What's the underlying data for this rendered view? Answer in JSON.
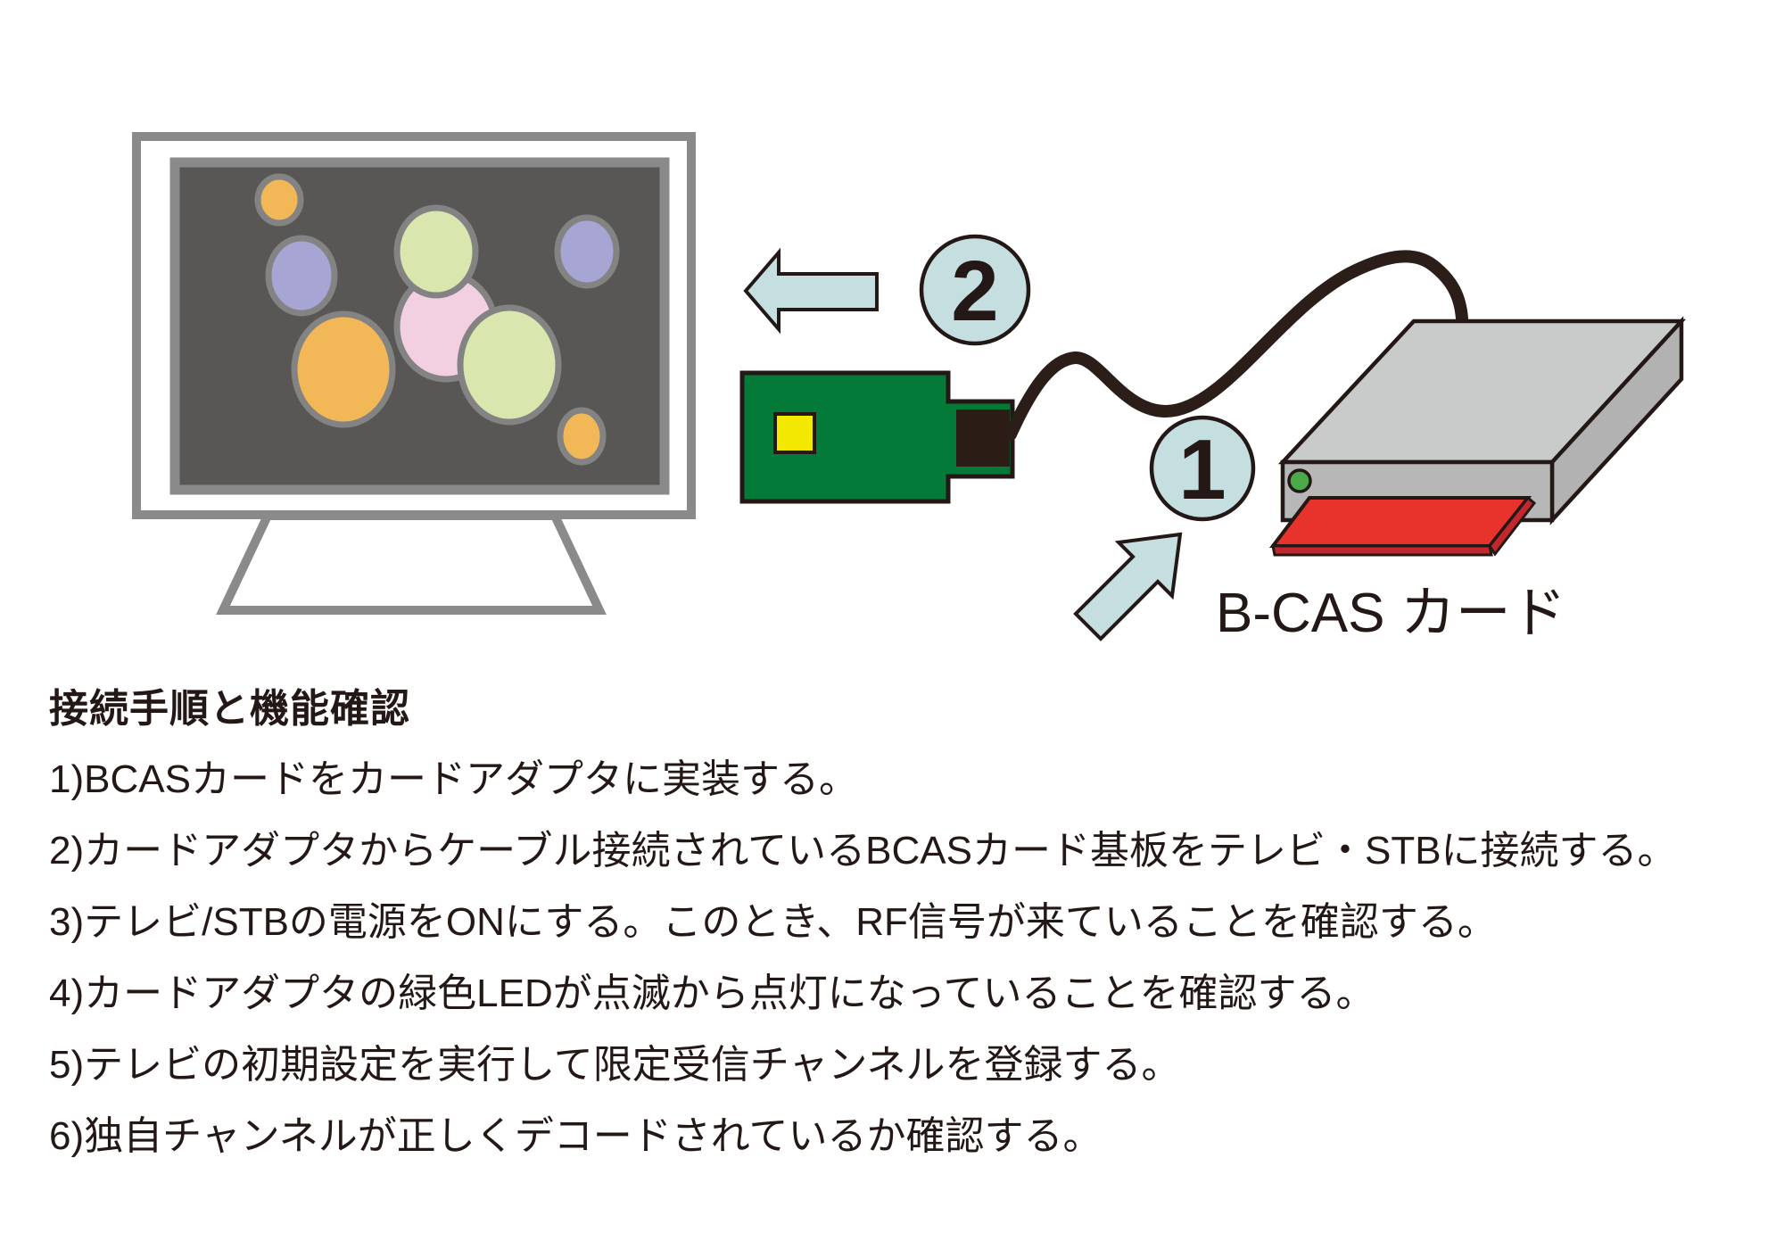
{
  "colors": {
    "background": "#ffffff",
    "outline": "#231815",
    "text_dark": "#231815",
    "arrow_blue": "#c5dfe1",
    "tv_frame_gray": "#8a8a8a",
    "bubble_stroke_gray": "#838383",
    "screen_dark": "#595656",
    "bubble_orange": "#f2b857",
    "bubble_purple": "#a7a5d3",
    "bubble_green": "#d9e6ad",
    "bubble_pink": "#f2cfe1",
    "pcb_green": "#047a39",
    "pcb_yellow": "#f2e800",
    "connector_dark": "#2b1d16",
    "cable_dark": "#2b1d17",
    "box_top_gray": "#c9caca",
    "box_front_gray": "#b7b7b8",
    "box_side_gray": "#b2b2b3",
    "led_green": "#4aaa4a",
    "card_red": "#e8332d",
    "card_red_dark": "#c1272d",
    "tv_fill_white": "#ffffff"
  },
  "diagram": {
    "step_badge_1": "1",
    "step_badge_2": "2",
    "card_label": "B-CAS カード"
  },
  "instructions": {
    "heading": "接続手順と機能確認",
    "steps": [
      "1)BCASカードをカードアダプタに実装する。",
      "2)カードアダプタからケーブル接続されているBCASカード基板をテレビ・STBに接続する。",
      "3)テレビ/STBの電源をONにする。このとき、RF信号が来ていることを確認する。",
      "4)カードアダプタの緑色LEDが点滅から点灯になっていることを確認する。",
      "5)テレビの初期設定を実行して限定受信チャンネルを登録する。",
      "6)独自チャンネルが正しくデコードされているか確認する。"
    ]
  }
}
